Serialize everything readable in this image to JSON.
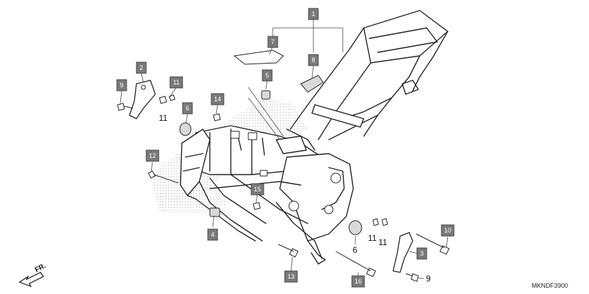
{
  "diagram": {
    "drawing_code": "MKNDF3900",
    "front_label": "FR.",
    "callouts": [
      {
        "id": "c1",
        "text": "1"
      },
      {
        "id": "c2",
        "text": "2"
      },
      {
        "id": "c3",
        "text": "3"
      },
      {
        "id": "c4",
        "text": "4"
      },
      {
        "id": "c5",
        "text": "5"
      },
      {
        "id": "c6",
        "text": "6"
      },
      {
        "id": "c7",
        "text": "7"
      },
      {
        "id": "c8",
        "text": "8"
      },
      {
        "id": "c9",
        "text": "9"
      },
      {
        "id": "c10",
        "text": "10"
      },
      {
        "id": "c11",
        "text": "11"
      },
      {
        "id": "c12",
        "text": "12"
      },
      {
        "id": "c13",
        "text": "13"
      },
      {
        "id": "c14",
        "text": "14"
      },
      {
        "id": "c15",
        "text": "15"
      },
      {
        "id": "c16",
        "text": "16"
      }
    ],
    "plain_labels": {
      "n11_left": "11",
      "n11_right_a": "11",
      "n11_right_b": "11",
      "n6_lower": "6",
      "n9_lower": "9"
    }
  }
}
